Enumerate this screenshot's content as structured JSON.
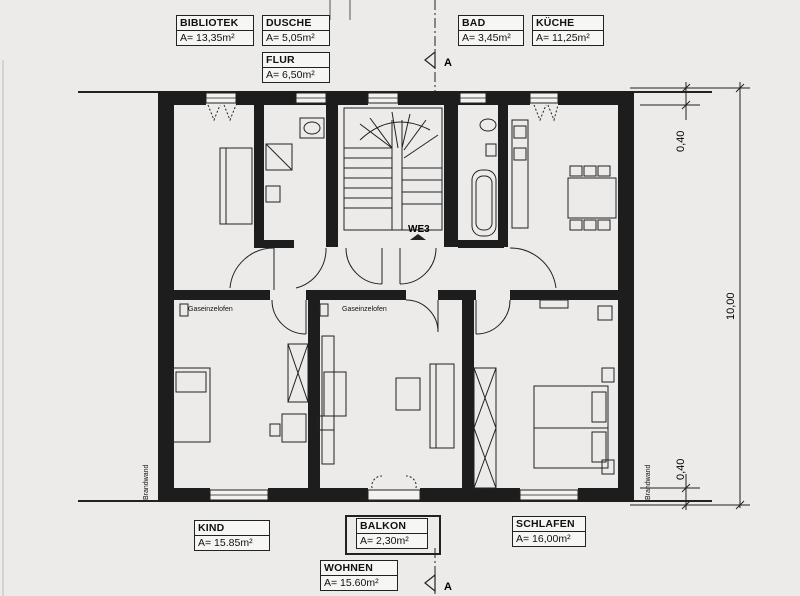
{
  "rooms": {
    "bibliotek": {
      "name": "BIBLIOTEK",
      "area": "A= 13,35m²"
    },
    "dusche": {
      "name": "DUSCHE",
      "area": "A= 5,05m²"
    },
    "flur": {
      "name": "FLUR",
      "area": "A= 6,50m²"
    },
    "bad": {
      "name": "BAD",
      "area": "A= 3,45m²"
    },
    "kueche": {
      "name": "KÜCHE",
      "area": "A= 11,25m²"
    },
    "kind": {
      "name": "KIND",
      "area": "A= 15.85m²"
    },
    "balkon": {
      "name": "BALKON",
      "area": "A= 2,30m²"
    },
    "schlafen": {
      "name": "SCHLAFEN",
      "area": "A= 16,00m²"
    },
    "wohnen": {
      "name": "WOHNEN",
      "area": "A= 15.60m²"
    }
  },
  "section_marker": "A",
  "stair_label": "WE3",
  "annotations": {
    "gaseinzelofen": "Gaseinzelofen",
    "brandwand": "Brandwand"
  },
  "dimensions": {
    "total": "10,00",
    "top": "0,40",
    "bottom": "0,40"
  }
}
